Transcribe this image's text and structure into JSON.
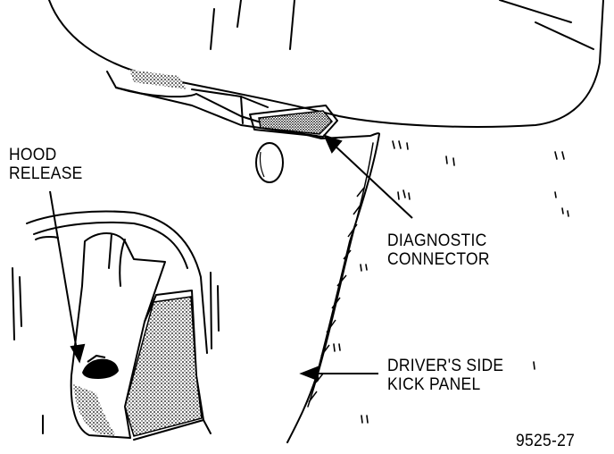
{
  "labels": {
    "hood_release": [
      "HOOD",
      "RELEASE"
    ],
    "diagnostic_connector": [
      "DIAGNOSTIC",
      "CONNECTOR"
    ],
    "kick_panel": [
      "DRIVER'S SIDE",
      "KICK PANEL"
    ],
    "figure_number": "9525-27"
  },
  "colors": {
    "ink": "#000000",
    "paper": "#ffffff"
  }
}
